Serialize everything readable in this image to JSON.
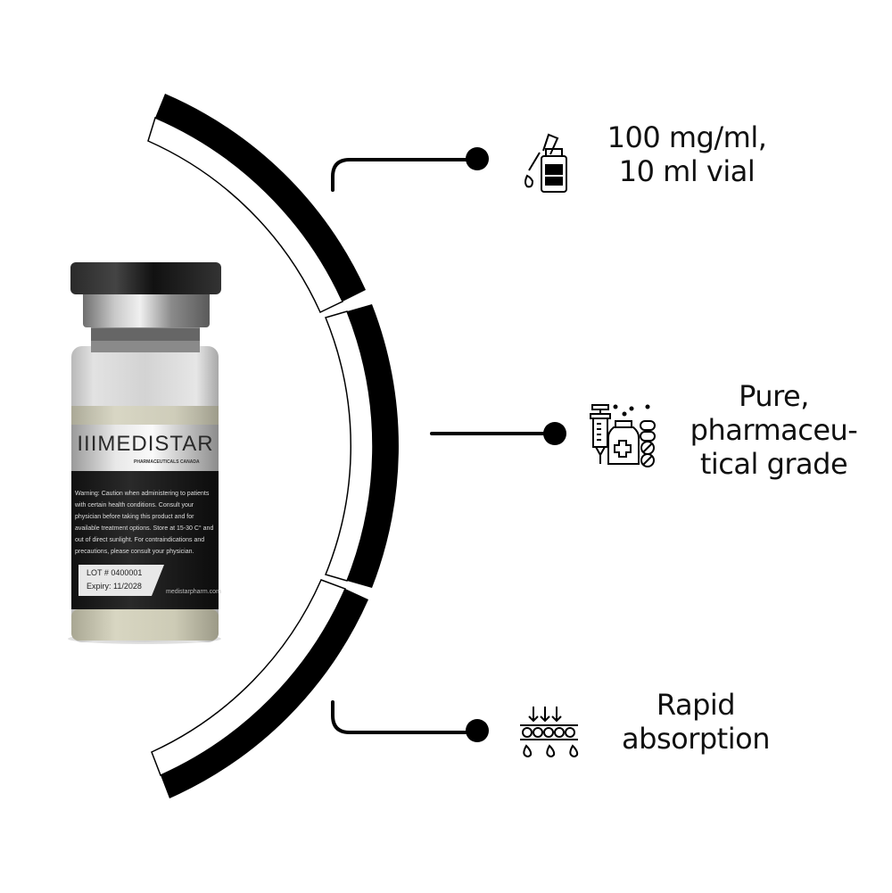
{
  "product": {
    "brand": "IIIMEDISTAR",
    "brand_subtitle": "PHARMACEUTICALS CANADA",
    "warning_lines": [
      "Warning: Caution when administering to patients",
      "with certain health conditions. Consult your",
      "physician before taking this product and for",
      "available treatment options. Store at 15-30 C° and",
      "out of direct sunlight. For contraindications and",
      "precautions, please consult your physician."
    ],
    "lot": "LOT # 0400001",
    "expiry": "Expiry: 11/2028",
    "website": "medistarpharm.com"
  },
  "features": [
    {
      "icon": "dropper-bottle-icon",
      "lines": [
        "100 mg/ml,",
        "10 ml vial"
      ]
    },
    {
      "icon": "syringe-medicine-pills-icon",
      "lines": [
        "Pure,",
        "pharmaceu-",
        "tical grade"
      ]
    },
    {
      "icon": "absorption-icon",
      "lines": [
        "Rapid",
        "absorption"
      ]
    }
  ],
  "colors": {
    "background": "#ffffff",
    "arc": "#000000",
    "text": "#111111",
    "cap": "#111111",
    "crimp": "#9a9a9a",
    "label_dark": "#1c1c1c",
    "label_silver": "#cfcfcf",
    "liquid": "#cfcdb8"
  }
}
